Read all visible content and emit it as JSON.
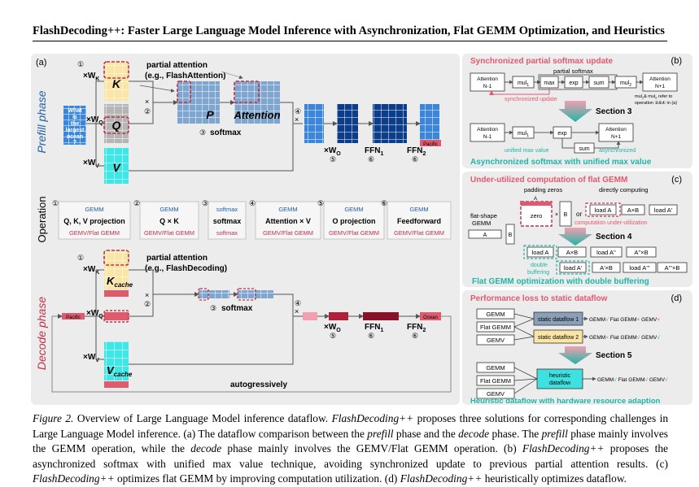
{
  "header": {
    "title": "FlashDecoding++: Faster Large Language Model Inference with Asynchronization, Flat GEMM Optimization, and Heuristics"
  },
  "panel_a": {
    "label": "(a)",
    "prefill_label": "Prefill phase",
    "decode_label": "Decode phase",
    "operation_label": "Operation",
    "step1": "①",
    "step2": "②",
    "step3": "③",
    "step4": "④",
    "step5": "⑤",
    "step6": "⑥",
    "times": "×",
    "wk": "W",
    "wk_sub": "K",
    "wq": "W",
    "wq_sub": "Q",
    "wv": "W",
    "wv_sub": "V",
    "wo": "W",
    "wo_sub": "O",
    "k": "K",
    "q": "Q",
    "v": "V",
    "p": "P",
    "attention": "Attention",
    "softmax": "softmax",
    "prefill_partial_1": "partial attention",
    "prefill_partial_2": "(e.g., FlashAttention)",
    "decode_partial_1": "partial attention",
    "decode_partial_2": "(e.g., FlashDecoding)",
    "question": [
      "What",
      "is",
      "the",
      "largest",
      "ocean",
      "?"
    ],
    "pacific": "Pacific",
    "ocean": "Ocean",
    "ffn": "FFN",
    "ffn1_sub": "1",
    "ffn2_sub": "2",
    "k_cache": "K",
    "cache": "cache",
    "v_cache": "V",
    "autoregressively": "autogressively",
    "operations": [
      {
        "top": "GEMM",
        "name": "Q, K, V projection",
        "bottom": "GEMV/Flat GEMM"
      },
      {
        "top": "GEMM",
        "name": "Q × K",
        "bottom": "GEMV/Flat GEMM"
      },
      {
        "top": "softmax",
        "name": "softmax",
        "bottom": "softmax"
      },
      {
        "top": "GEMM",
        "name": "Attention × V",
        "bottom": "GEMV/Flat GEMM"
      },
      {
        "top": "GEMM",
        "name": "O projection",
        "bottom": "GEMV/Flat GEMM"
      },
      {
        "top": "GEMM",
        "name": "Feedforward",
        "bottom": "GEMV/Flat GEMM"
      }
    ]
  },
  "panel_b": {
    "label": "(b)",
    "title": "Synchronized partial softmax update",
    "att_n1": [
      "Attention",
      "N-1"
    ],
    "att_np1": [
      "Attention",
      "N+1"
    ],
    "mul1": "mul",
    "mul2": "mul",
    "sub1": "1",
    "sub2": "2",
    "max": "max",
    "exp": "exp",
    "sum": "sum",
    "partial_softmax": "partial softmax",
    "sync_update": "synchronized update",
    "note_1": "mul",
    "note_1b": "& mul",
    "note_1c": "refer to",
    "note_2": "operation ②&④ in (a)",
    "section": "Section 3",
    "unified_max": "unified max value",
    "asynchronized": "asynchronized",
    "footer": "Asynchronized softmax with unified max value"
  },
  "panel_c": {
    "label": "(c)",
    "title": "Under-utilized computation of flat GEMM",
    "padding_zeros": "padding zeros",
    "directly": "directly computing",
    "a_label": "A",
    "zero": "zero",
    "b": "B",
    "or": "or",
    "load_a": "load A",
    "axb": "A×B",
    "load_a_prime": "load A'",
    "under_util": "computation under-utilization",
    "flat_shape_1": "flat-shape",
    "flat_shape_2": "GEMM",
    "a": "A",
    "section": "Section 4",
    "load_a2": "load A",
    "axb2": "A×B",
    "load_a_pp": "load A''",
    "a_pp_xb": "A''×B",
    "double_1": "double",
    "double_2": "buffering",
    "load_a_p2": "load A'",
    "a_p_xb": "A'×B",
    "load_a_ppp": "load A'''",
    "a_ppp_xb": "A'''×B",
    "footer": "Flat GEMM optimization with double buffering"
  },
  "panel_d": {
    "label": "(d)",
    "title": "Performance loss to static dataflow",
    "gemm": "GEMM",
    "flat_gemm": "Flat GEMM",
    "gemv": "GEMV",
    "static1": "static dataflow 1",
    "static2": "static dataflow 2",
    "res1": [
      "GEMM",
      "√",
      " Flat GEMM",
      "×",
      " GEMV",
      "×"
    ],
    "res2": [
      "GEMM",
      "×",
      " Flat GEMM",
      "√",
      " GEMV",
      "√"
    ],
    "section": "Section 5",
    "heuristic_1": "heuristic",
    "heuristic_2": "dataflow",
    "res3": [
      "GEMM",
      "√",
      " Flat GEMM",
      "√",
      " GEMV",
      "√"
    ],
    "footer": "Heuristic dataflow with hardware resource adaption"
  },
  "caption": {
    "p01": "Figure 2.",
    "p02": " Overview of Large Language Model inference dataflow. ",
    "p03": "FlashDecoding++",
    "p04": " proposes three solutions for corresponding challenges in Large Language Model inference. (a) The dataflow comparison between the ",
    "p05": "prefill",
    "p06": " phase and the ",
    "p07": "decode",
    "p08": " phase. The ",
    "p09": "prefill",
    "p10": " phase mainly involves the GEMM operation, while the ",
    "p11": "decode",
    "p12": " phase mainly involves the GEMV/Flat GEMM operation. (b) ",
    "p13": "FlashDecoding++",
    "p14": " proposes the asynchronized softmax with unified max value technique, avoiding synchronized update to previous partial attention results. (c) ",
    "p15": "FlashDecoding++",
    "p16": " optimizes flat GEMM by improving computation utilization. (d) ",
    "p17": "FlashDecoding++",
    "p18": " heuristically optimizes dataflow."
  },
  "colors": {
    "panel_bg": "#ececec",
    "red": "#e05a6e",
    "teal": "#1fb5a8",
    "blue": "#1f5fa8",
    "dark_blue": "#0c3d8a",
    "cyan": "#3fe0e0",
    "yellow": "#fbe5a6"
  }
}
